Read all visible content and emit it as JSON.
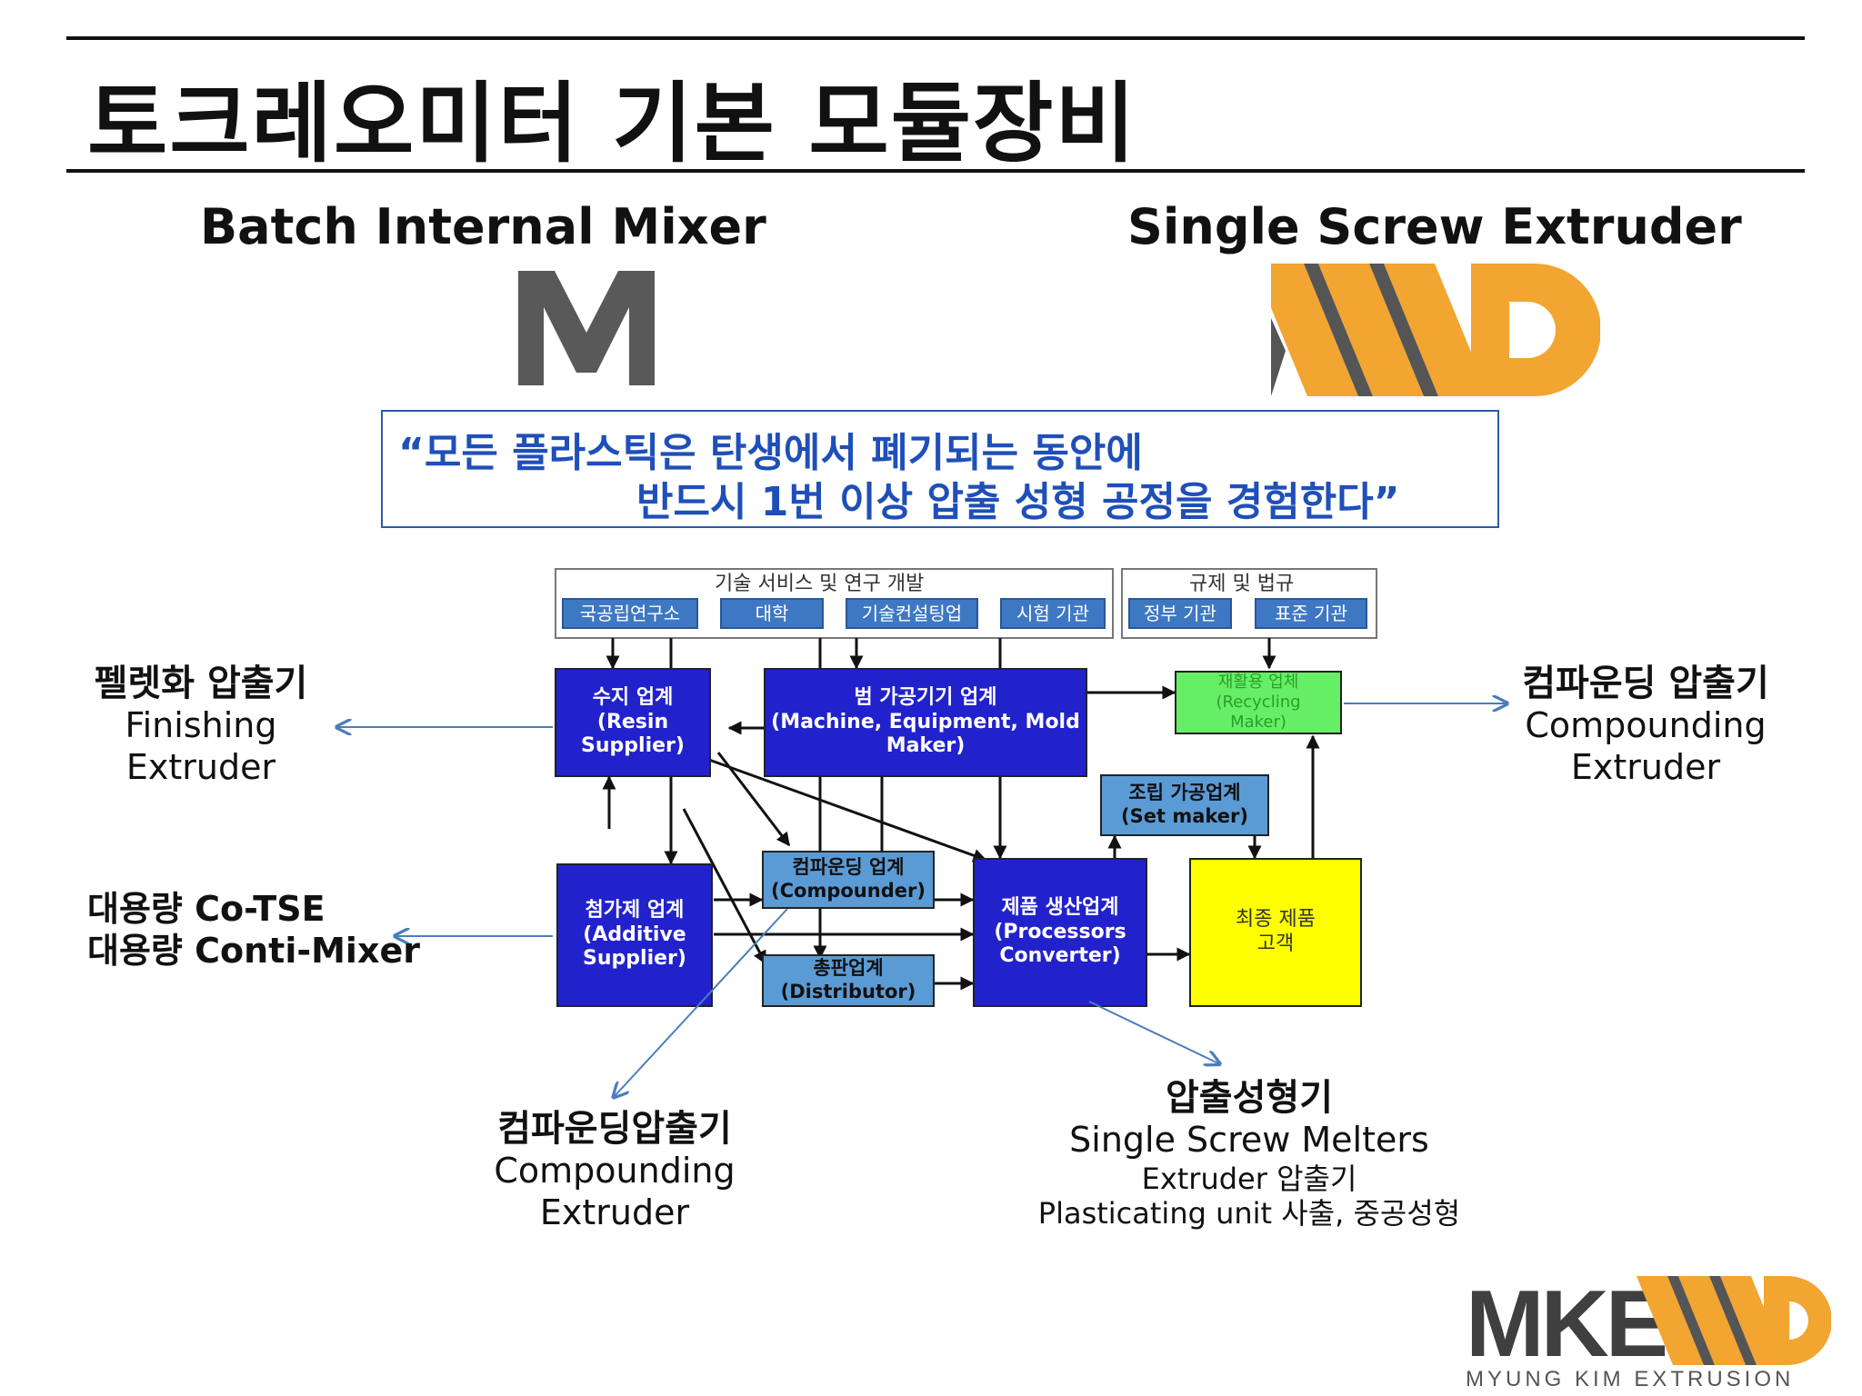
{
  "slide": {
    "title": "토크레오미터 기본 모듈장비",
    "left_heading": "Batch Internal Mixer",
    "right_heading": "Single Screw Extruder",
    "quote_line1": "“모든 플라스틱은 탄생에서 폐기되는 동안에",
    "quote_line2": "반드시 1번 이상 압출 성형 공정을 경험한다”"
  },
  "logos": {
    "left_mark": "M",
    "left_color": "#595959",
    "right_color": "#f2a531",
    "mke_text": "MKE",
    "mke_sub": "MYUNG KIM EXTRUSION"
  },
  "labels": {
    "finishing": {
      "ko": "펠렛화 압출기",
      "en1": "Finishing",
      "en2": "Extruder"
    },
    "compounding_right": {
      "ko": "컴파운딩 압출기",
      "en1": "Compounding",
      "en2": "Extruder"
    },
    "large": {
      "line1": "대용량 Co-TSE",
      "line2": "대용량 Conti-Mixer"
    },
    "compounding_bottom": {
      "ko": "컴파운딩압출기",
      "en1": "Compounding",
      "en2": "Extruder"
    },
    "extrusion": {
      "ko": "압출성형기",
      "en": "Single Screw Melters",
      "sub1": "Extruder 압출기",
      "sub2": "Plasticating unit 사출, 중공성형"
    }
  },
  "diagram": {
    "tech_group_title": "기술 서비스 및 연구 개발",
    "reg_group_title": "규제 및 법규",
    "tags": [
      "국공립연구소",
      "대학",
      "기술컨설팅업",
      "시험 기관",
      "정부 기관",
      "표준 기관"
    ],
    "resin": {
      "ko": "수지 업계",
      "en1": "(Resin",
      "en2": "Supplier)"
    },
    "machine": {
      "ko": "범 가공기기 업계",
      "en1": "(Machine, Equipment, Mold",
      "en2": "Maker)"
    },
    "recycling": {
      "ko": "재활용 업체",
      "en1": "(Recycling",
      "en2": "Maker)"
    },
    "setmaker": {
      "ko": "조립 가공업계",
      "en": "(Set maker)"
    },
    "additive": {
      "ko": "첨가제 업계",
      "en1": "(Additive",
      "en2": "Supplier)"
    },
    "compounder": {
      "ko": "컴파운딩 업계",
      "en": "(Compounder)"
    },
    "distributor": {
      "ko": "총판업계",
      "en": "(Distributor)"
    },
    "converter": {
      "ko": "제품 생산업계",
      "en1": "(Processors",
      "en2": "Converter)"
    },
    "customer": {
      "line1": "최종 제품",
      "line2": "고객"
    }
  },
  "colors": {
    "quote_blue": "#1f4fb8",
    "box_blue": "#2222cc",
    "box_steel": "#5b9bd5",
    "box_green": "#66ee66",
    "box_yellow": "#ffff00",
    "arrow_blue": "#4a7ebb"
  }
}
